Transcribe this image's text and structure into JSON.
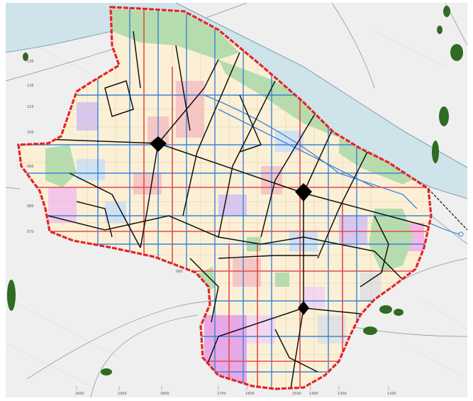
{
  "map": {
    "colors": {
      "terrain": "#efefef",
      "river": "#cfe3ea",
      "river_edge": "#6a8fa0",
      "green_space": "#b5dcae",
      "boundary": "#e0262b",
      "arterial": "#3a84d6",
      "main_road": "#e34b4b",
      "expressway": "#111111",
      "interchange": "#000000",
      "parcel_residential": "#fbecc0",
      "parcel_commercial": "#f6c6c6",
      "parcel_industrial": "#d7c7ee",
      "parcel_public": "#f4b6e6",
      "forest": "#2f6b23"
    },
    "interchanges": [
      "interchange-north-west",
      "interchange-central",
      "interchange-south"
    ],
    "bottom_ticks": [
      "2000",
      "1900",
      "1800",
      "1700",
      "1600",
      "1500",
      "1400",
      "1300",
      "1200"
    ],
    "left_ticks": [
      "130",
      "120",
      "110",
      "100",
      "090",
      "080",
      "070",
      "060"
    ]
  }
}
